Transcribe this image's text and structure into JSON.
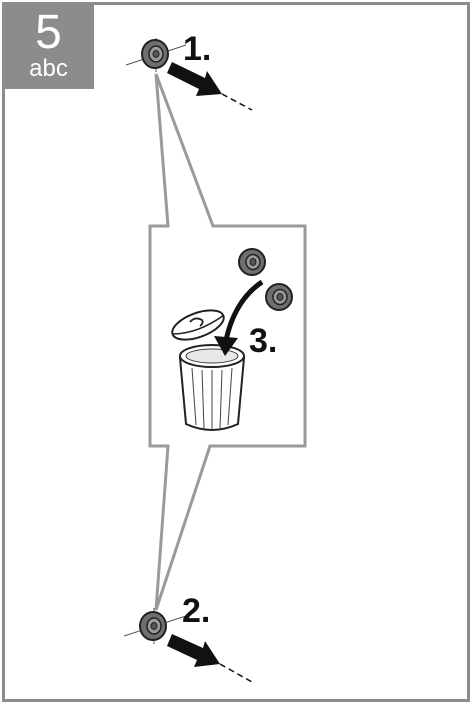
{
  "badge": {
    "number": "5",
    "subtitle": "abc"
  },
  "steps": [
    {
      "label": "1."
    },
    {
      "label": "2."
    },
    {
      "label": "3."
    }
  ],
  "colors": {
    "frame": "#8c8c8c",
    "callout": "#9a9a9a",
    "part_fill": "#7a7a7a",
    "ink": "#111111"
  }
}
